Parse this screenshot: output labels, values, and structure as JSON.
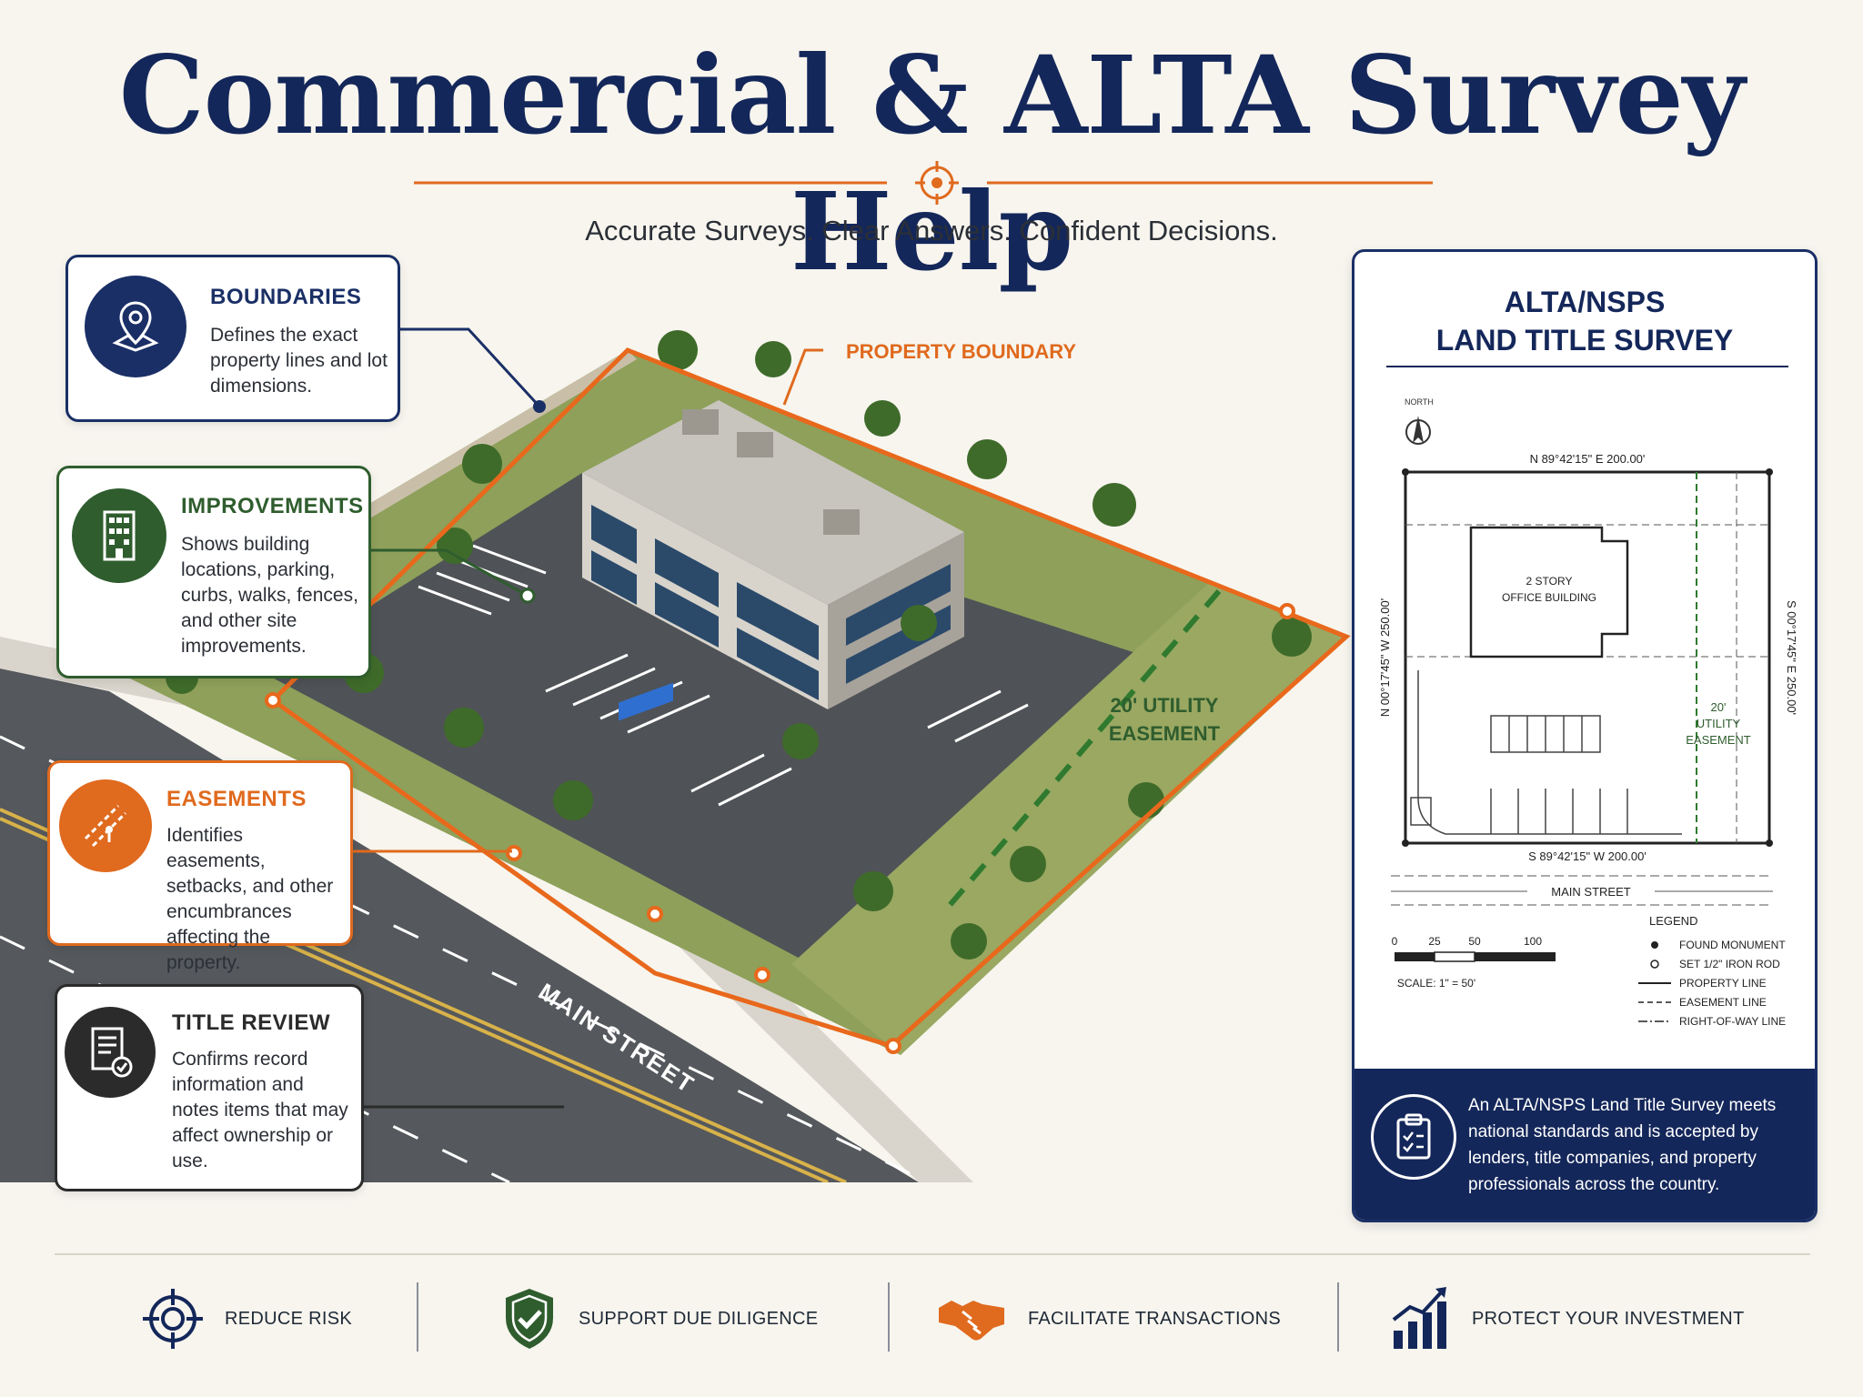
{
  "header": {
    "title": "Commercial & ALTA Survey Help",
    "subtitle": "Accurate Surveys. Clear Answers. Confident Decisions."
  },
  "cards": {
    "boundaries": {
      "title": "BOUNDARIES",
      "text": "Defines the exact property lines and lot dimensions.",
      "icon": "map-pin-icon",
      "color": "#1a2f66"
    },
    "improvements": {
      "title": "IMPROVEMENTS",
      "text": "Shows building locations, parking, curbs, walks, fences, and other site improvements.",
      "icon": "building-icon",
      "color": "#2f5d2e"
    },
    "easements": {
      "title": "EASEMENTS",
      "text": "Identifies easements, setbacks, and other encumbrances affecting the property.",
      "icon": "easement-icon",
      "color": "#e06a1e"
    },
    "title_review": {
      "title": "TITLE REVIEW",
      "text": "Confirms record information and notes items that may affect ownership or use.",
      "icon": "document-check-icon",
      "color": "#2b2b2b"
    }
  },
  "map": {
    "property_boundary_label": "PROPERTY BOUNDARY",
    "easement_label_1": "20' UTILITY",
    "easement_label_2": "EASEMENT",
    "street_label": "MAIN STREET"
  },
  "panel": {
    "title_line1": "ALTA/NSPS",
    "title_line2": "LAND TITLE SURVEY",
    "north_label": "NORTH",
    "bearing_top": "N 89°42'15\" E   200.00'",
    "bearing_bottom": "S 89°42'15\" W   200.00'",
    "bearing_left": "N 00°17'45\" W   250.00'",
    "bearing_right": "S 00°17'45\" E   250.00'",
    "building_label_1": "2 STORY",
    "building_label_2": "OFFICE BUILDING",
    "easement_1": "20'",
    "easement_2": "UTILITY",
    "easement_3": "EASEMENT",
    "street": "MAIN STREET",
    "scale_ticks": [
      "0",
      "25",
      "50",
      "100"
    ],
    "scale_label": "SCALE: 1\" = 50'",
    "legend_title": "LEGEND",
    "legend_items": [
      "FOUND MONUMENT",
      "SET 1/2\" IRON ROD",
      "PROPERTY LINE",
      "EASEMENT LINE",
      "RIGHT-OF-WAY LINE"
    ],
    "footer_text": "An ALTA/NSPS Land Title Survey meets national standards and is accepted by lenders, title companies, and property professionals across the country."
  },
  "benefits": [
    {
      "label": "REDUCE RISK",
      "icon": "target-icon"
    },
    {
      "label": "SUPPORT DUE DILIGENCE",
      "icon": "shield-check-icon"
    },
    {
      "label": "FACILITATE TRANSACTIONS",
      "icon": "handshake-icon"
    },
    {
      "label": "PROTECT YOUR INVESTMENT",
      "icon": "growth-chart-icon"
    }
  ],
  "colors": {
    "navy": "#14275a",
    "orange": "#e06a1e",
    "green": "#2f5d2e",
    "background": "#f7f5ee"
  }
}
